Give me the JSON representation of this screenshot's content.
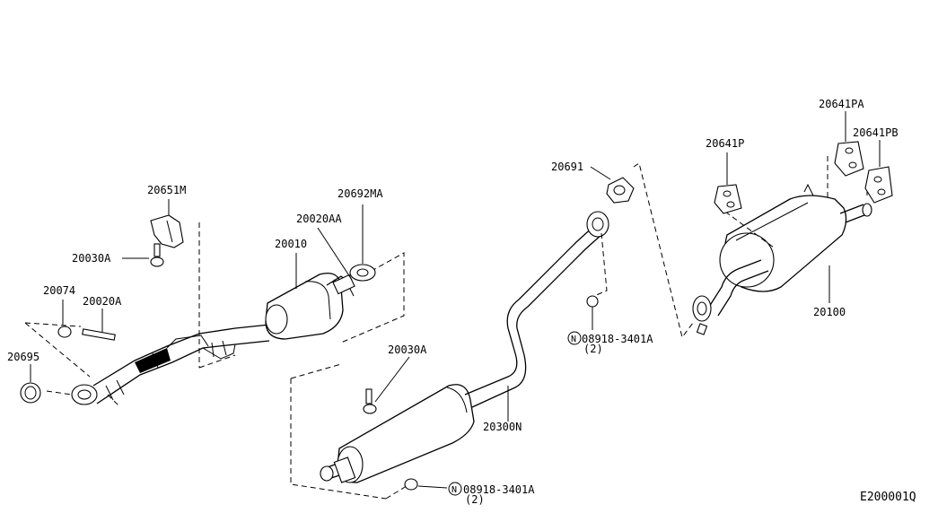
{
  "diagram_id": "E200001Q",
  "parts": [
    {
      "key": "p20651M",
      "label": "20651M"
    },
    {
      "key": "p20030A_left",
      "label": "20030A"
    },
    {
      "key": "p20074",
      "label": "20074"
    },
    {
      "key": "p20020A",
      "label": "20020A"
    },
    {
      "key": "p20695",
      "label": "20695"
    },
    {
      "key": "p20010",
      "label": "20010"
    },
    {
      "key": "p20020AA",
      "label": "20020AA"
    },
    {
      "key": "p20692MA",
      "label": "20692MA"
    },
    {
      "key": "p20030A_mid",
      "label": "20030A"
    },
    {
      "key": "p20300N",
      "label": "20300N"
    },
    {
      "key": "p20691",
      "label": "20691"
    },
    {
      "key": "p08918_top",
      "label": "08918-3401A",
      "qty": "(2)",
      "symbol": "N"
    },
    {
      "key": "p08918_bottom",
      "label": "08918-3401A",
      "qty": "(2)",
      "symbol": "N"
    },
    {
      "key": "p20641P",
      "label": "20641P"
    },
    {
      "key": "p20641PA",
      "label": "20641PA"
    },
    {
      "key": "p20641PB",
      "label": "20641PB"
    },
    {
      "key": "p20100",
      "label": "20100"
    }
  ]
}
